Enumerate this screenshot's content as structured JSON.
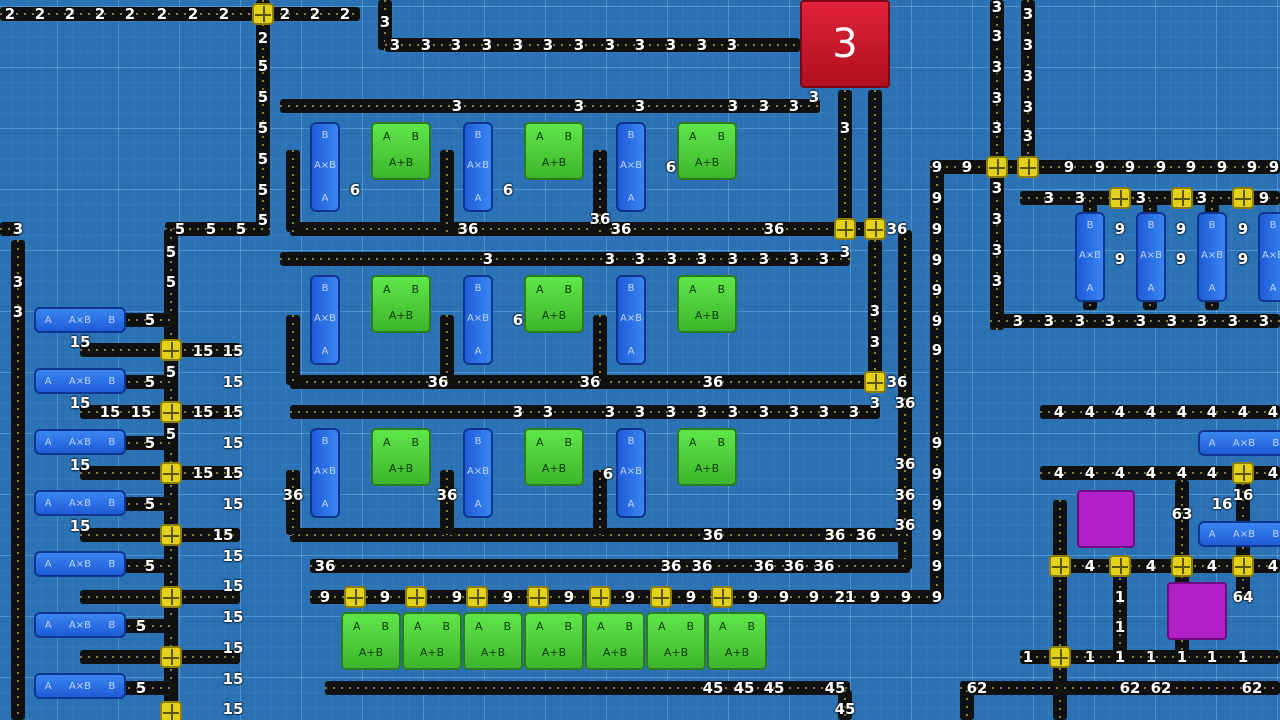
{
  "goal": {
    "value": "3"
  },
  "labels": {
    "adder_a": "A",
    "adder_b": "B",
    "adder_op": "A+B",
    "mul_a": "A",
    "mul_b": "B",
    "mul_op": "A×B"
  },
  "colors": {
    "background": "#2b72b4",
    "belt": "#111111",
    "adder": "#3fb52d",
    "multiplier": "#1f5bd8",
    "goal": "#c41428",
    "junction": "#e2d21c",
    "purple": "#b21fc9"
  },
  "numbers": [
    "2",
    "2",
    "2",
    "2",
    "2",
    "2",
    "2",
    "2",
    "2",
    "2",
    "2",
    "2",
    "3",
    "3",
    "3",
    "3",
    "3",
    "3",
    "3",
    "3",
    "3",
    "3",
    "3",
    "3",
    "3",
    "5",
    "5",
    "5",
    "5",
    "5",
    "5",
    "5",
    "5",
    "5",
    "5",
    "5",
    "3",
    "3",
    "3",
    "3",
    "3",
    "3",
    "3",
    "3",
    "6",
    "6",
    "6",
    "36",
    "36",
    "36",
    "36",
    "36",
    "3",
    "3",
    "3",
    "3",
    "3",
    "3",
    "3",
    "3",
    "3",
    "3",
    "6",
    "36",
    "36",
    "36",
    "36",
    "3",
    "3",
    "3",
    "3",
    "3",
    "3",
    "3",
    "3",
    "3",
    "3",
    "3",
    "3",
    "3",
    "3",
    "36",
    "36",
    "36",
    "6",
    "36",
    "36",
    "36",
    "36",
    "36",
    "36",
    "9",
    "9",
    "9",
    "9",
    "9",
    "9",
    "9",
    "9",
    "9",
    "9",
    "9",
    "9",
    "9",
    "9",
    "21",
    "9",
    "9",
    "9",
    "36",
    "36",
    "36",
    "36",
    "36",
    "36",
    "45",
    "45",
    "45",
    "45",
    "45",
    "3",
    "3",
    "3",
    "3",
    "3",
    "3",
    "3",
    "3",
    "3",
    "3",
    "3",
    "3",
    "3",
    "3",
    "3",
    "3",
    "3",
    "3",
    "3",
    "3",
    "9",
    "9",
    "9",
    "9",
    "9",
    "9",
    "9",
    "9",
    "9",
    "9",
    "9",
    "9",
    "9",
    "9",
    "9",
    "9",
    "9",
    "9",
    "3",
    "3",
    "3",
    "3",
    "3",
    "3",
    "3",
    "3",
    "3",
    "3",
    "9",
    "9",
    "9",
    "9",
    "9",
    "9",
    "15",
    "15",
    "15",
    "15",
    "15",
    "15",
    "15",
    "15",
    "15",
    "15",
    "15",
    "15",
    "15",
    "15",
    "15",
    "15",
    "15",
    "15",
    "15",
    "15",
    "15",
    "15",
    "5",
    "5",
    "5",
    "5",
    "5",
    "5",
    "5",
    "5",
    "5",
    "4",
    "4",
    "4",
    "4",
    "4",
    "4",
    "4",
    "4",
    "4",
    "4",
    "4",
    "4",
    "4",
    "4",
    "4",
    "4",
    "4",
    "4",
    "4",
    "16",
    "16",
    "63",
    "64",
    "1",
    "1",
    "1",
    "1",
    "1",
    "1",
    "1",
    "1",
    "1",
    "62",
    "62",
    "62",
    "62"
  ]
}
